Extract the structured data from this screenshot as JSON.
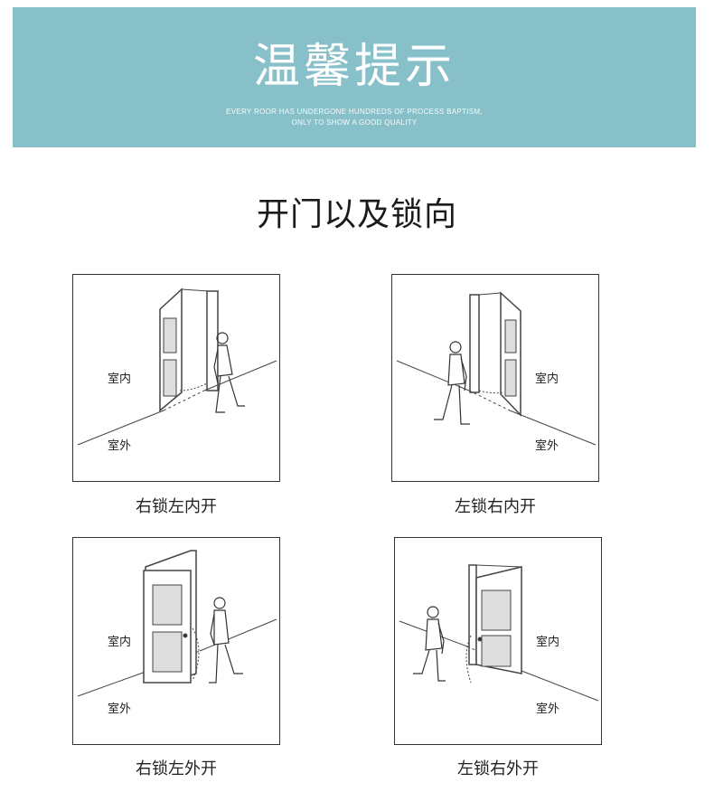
{
  "banner": {
    "title": "温馨提示",
    "subtitle_line1": "EVERY ROOR HAS UNDERGONE HUNDREDS OF PROCESS BAPTISM,",
    "subtitle_line2": "ONLY TO SHOW A GOOD QUALITY",
    "background": "#87c0c9"
  },
  "section_title": "开门以及锁向",
  "panels": [
    {
      "indoor": "室内",
      "outdoor": "室外",
      "caption": "右锁左内开"
    },
    {
      "indoor": "室内",
      "outdoor": "室外",
      "caption": "左锁右内开"
    },
    {
      "indoor": "室内",
      "outdoor": "室外",
      "caption": "右锁左外开"
    },
    {
      "indoor": "室内",
      "outdoor": "室外",
      "caption": "左锁右外开"
    }
  ]
}
